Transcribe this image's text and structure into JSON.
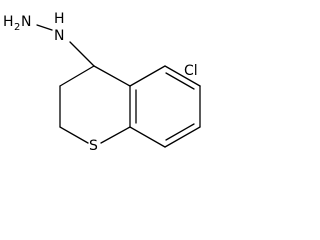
{
  "molecule": {
    "atoms": {
      "nitrogen_terminal": {
        "label": "H",
        "subscript": "2",
        "element": "N"
      },
      "nitrogen_inner": {
        "label": "N",
        "hydrogen": "H"
      },
      "sulfur": {
        "label": "S"
      },
      "chlorine": {
        "label": "Cl"
      }
    }
  }
}
